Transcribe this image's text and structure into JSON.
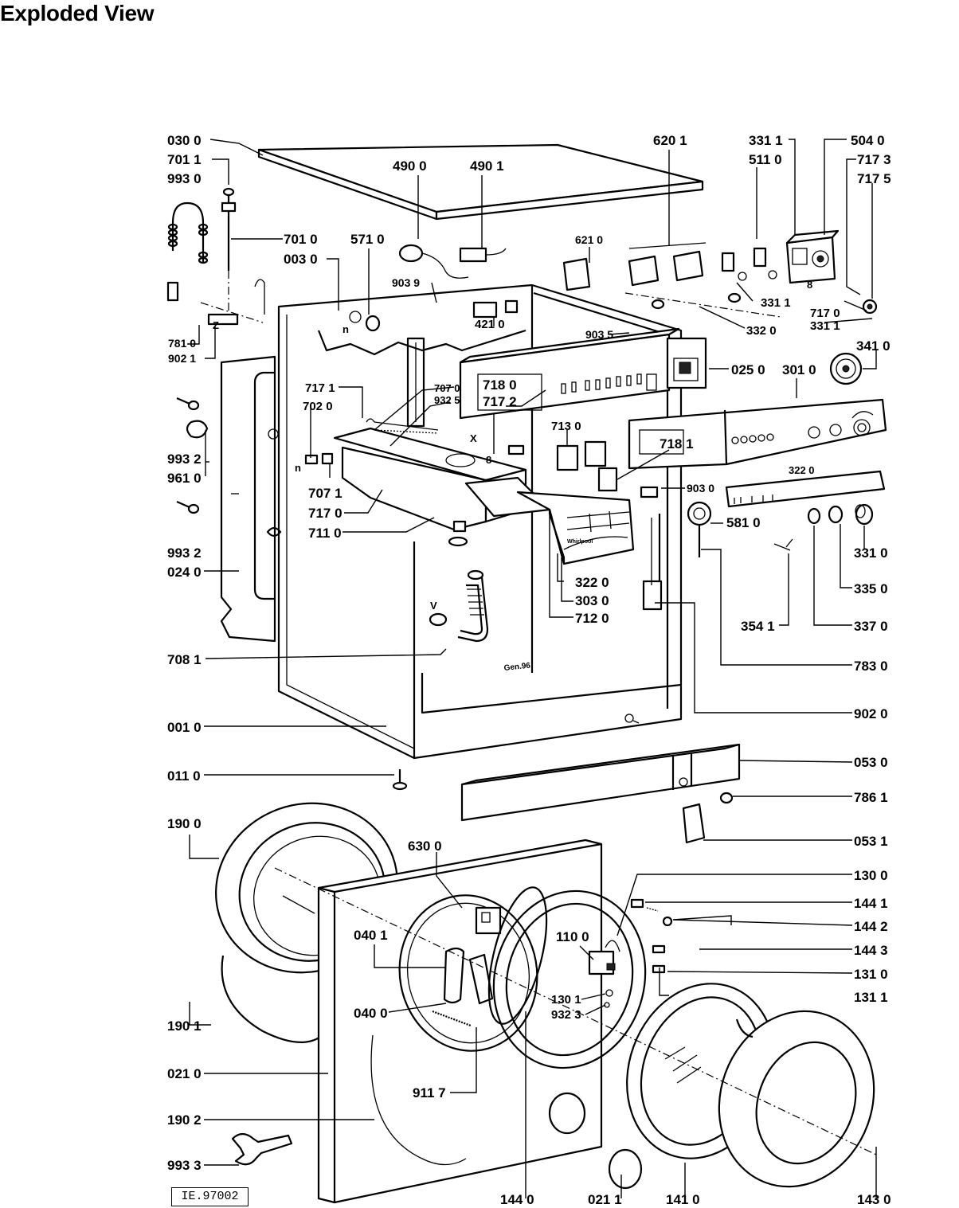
{
  "title": "Exploded View",
  "reference_code": "IE.97002",
  "brand_label": "Whirlpool",
  "stamp_text": "Gen.96",
  "diagram_letters": [
    "n",
    "n",
    "X",
    "V",
    "Z",
    "8",
    "8"
  ],
  "parts": [
    "030 0",
    "701 1",
    "993 0",
    "701 0",
    "003 0",
    "571 0",
    "490 0",
    "490 1",
    "903 9",
    "421 0",
    "620 1",
    "621 0",
    "903 5",
    "331 1",
    "511 0",
    "504 0",
    "717 3",
    "717 5",
    "331 1",
    "332 0",
    "717 0",
    "331 1",
    "781 0",
    "902 1",
    "025 0",
    "301 0",
    "341 0",
    "717 1",
    "702 0",
    "707 0",
    "932 5",
    "718 0",
    "717 2",
    "713 0",
    "718 1",
    "993 2",
    "961 0",
    "707 1",
    "717 0",
    "711 0",
    "903 0",
    "581 0",
    "322 0",
    "322 0",
    "303 0",
    "712 0",
    "331 0",
    "335 0",
    "993 2",
    "024 0",
    "354 1",
    "337 0",
    "783 0",
    "708 1",
    "902 0",
    "001 0",
    "011 0",
    "053 0",
    "786 1",
    "190 0",
    "053 1",
    "630 0",
    "130 0",
    "144 1",
    "144 2",
    "144 3",
    "110 0",
    "040 1",
    "131 0",
    "131 1",
    "130 1",
    "932 3",
    "040 0",
    "190 1",
    "911 7",
    "021 0",
    "190 2",
    "993 3",
    "144 0",
    "021 1",
    "141 0",
    "143 0"
  ]
}
